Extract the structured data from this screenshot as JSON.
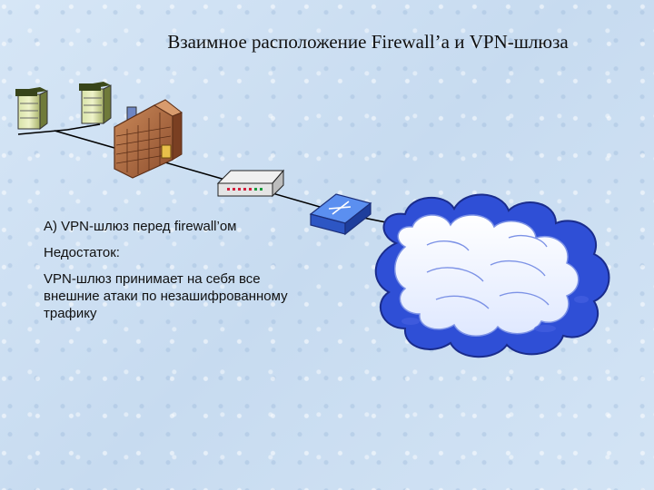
{
  "slide": {
    "title": "Взаимное расположение Firewall’a и VPN-шлюза"
  },
  "caption": {
    "heading": "А) VPN-шлюз перед firewall’ом",
    "drawback_label": "Недостаток:",
    "drawback_text": "VPN-шлюз принимает на себя все внешние атаки по незашифрованному трафику"
  },
  "diagram": {
    "nodes": [
      "server-1",
      "server-2",
      "firewall-wall",
      "vpn-gateway",
      "switch",
      "internet-cloud"
    ],
    "colors": {
      "cloud_blue": "#2b4fd8",
      "cloud_white": "#f2f6ff",
      "wall": "#b06a3f",
      "switch": "#4a7fe0"
    }
  }
}
